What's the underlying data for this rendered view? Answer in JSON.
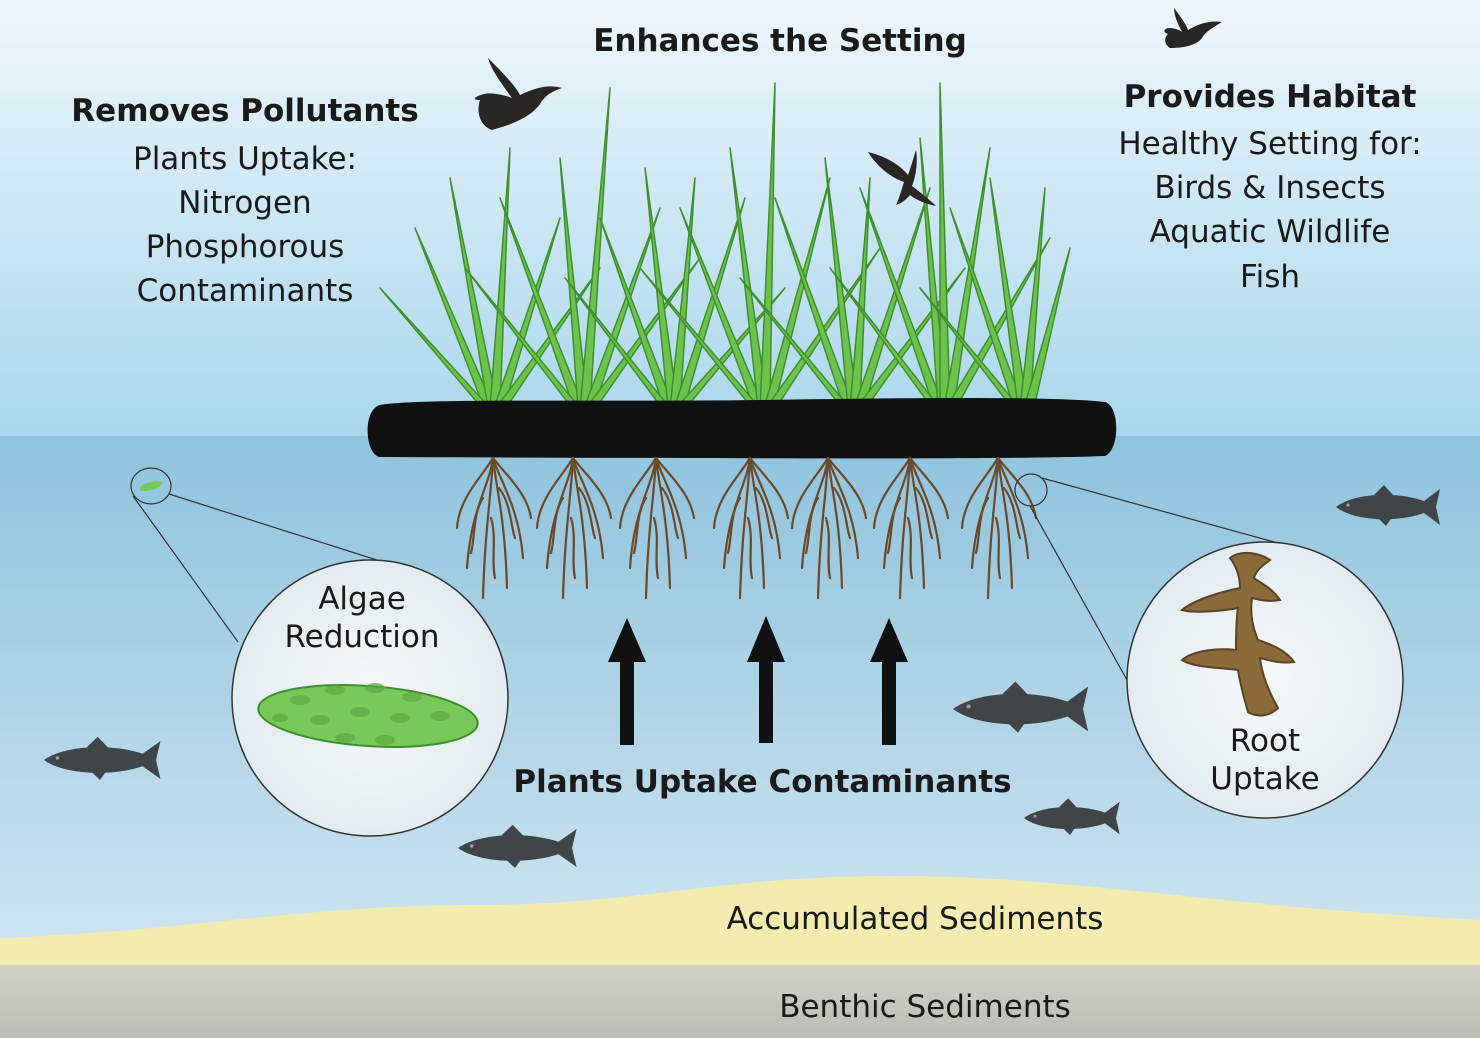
{
  "top": {
    "enhances": "Enhances the Setting"
  },
  "pollutants": {
    "heading": "Removes Pollutants",
    "lines": [
      "Plants Uptake:",
      "Nitrogen",
      "Phosphorous",
      "Contaminants"
    ]
  },
  "habitat": {
    "heading": "Provides Habitat",
    "lines": [
      "Healthy Setting for:",
      "Birds & Insects",
      "Aquatic Wildlife",
      "Fish"
    ]
  },
  "algae": {
    "line1": "Algae",
    "line2": "Reduction"
  },
  "root": {
    "line1": "Root",
    "line2": "Uptake"
  },
  "uptake_label": "Plants Uptake Contaminants",
  "sediments": {
    "accumulated": "Accumulated Sediments",
    "benthic": "Benthic Sediments"
  },
  "colors": {
    "sky_top": "#eef6fb",
    "sky_bottom": "#a9d6ec",
    "water_top": "#8fc3dd",
    "water_bottom": "#d7e8f1",
    "grass": "#6cc24a",
    "grass_dark": "#3f8f2f",
    "mat": "#111111",
    "root": "#6b4a2a",
    "sand": "#f3ecb0",
    "benthic": "#c9c8c0",
    "fish": "#3f4548",
    "algae": "#79c95a"
  },
  "icons": [
    "bird-icon",
    "butterfly-icon",
    "fish-icon",
    "arrow-up-icon",
    "magnifier-circle"
  ]
}
